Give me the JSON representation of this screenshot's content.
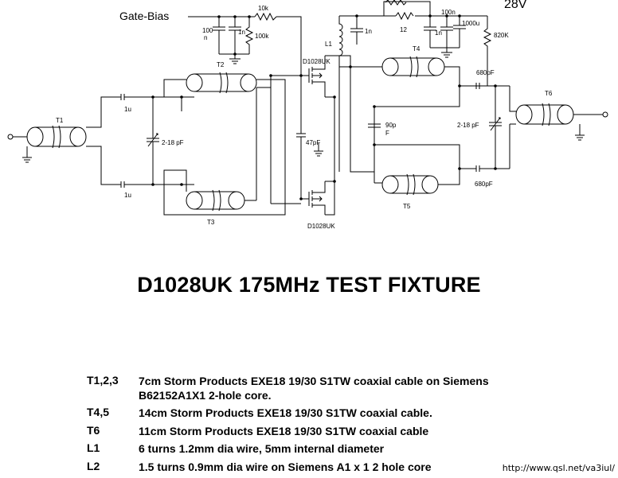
{
  "schematic": {
    "gate_bias": "Gate-Bias",
    "supply": "28V",
    "labels": {
      "c100n_a": "100",
      "c100n_b": "n",
      "c1n_gate": "1n",
      "r10k": "10k",
      "r100k": "100k",
      "l1": "L1",
      "c1n_drain": "1n",
      "r12": "12",
      "c100n_drain": "100n",
      "c1n_drain2": "1n",
      "c1000u": "1000u",
      "r820k": "820K",
      "q1": "D1028UK",
      "q2": "D1028UK",
      "t1": "T1",
      "t2": "T2",
      "t3": "T3",
      "t4": "T4",
      "t5": "T5",
      "t6": "T6",
      "c1u_top": "1u",
      "c1u_bot": "1u",
      "ctrim_in": "2-18 pF",
      "c47p": "47pF",
      "c90p_a": "90p",
      "c90p_b": "F",
      "c680_top": "680pF",
      "c680_bot": "680pF",
      "ctrim_out": "2-18 pF"
    }
  },
  "title": "D1028UK 175MHz TEST FIXTURE",
  "notes": [
    {
      "ref": "T1,2,3",
      "lines": [
        "7cm Storm Products EXE18  19/30 S1TW coaxial cable on Siemens",
        "B62152A1X1 2-hole core."
      ]
    },
    {
      "ref": "T4,5",
      "lines": [
        "14cm Storm Products EXE18  19/30 S1TW coaxial cable."
      ]
    },
    {
      "ref": "T6",
      "lines": [
        "11cm Storm Products EXE18  19/30 S1TW coaxial cable"
      ]
    },
    {
      "ref": "L1",
      "lines": [
        "6 turns 1.2mm dia wire, 5mm internal diameter"
      ]
    },
    {
      "ref": "L2",
      "lines": [
        "1.5 turns 0.9mm dia wire on Siemens A1 x 1   2 hole core"
      ]
    }
  ],
  "url": "http://www.qsl.net/va3iul/"
}
